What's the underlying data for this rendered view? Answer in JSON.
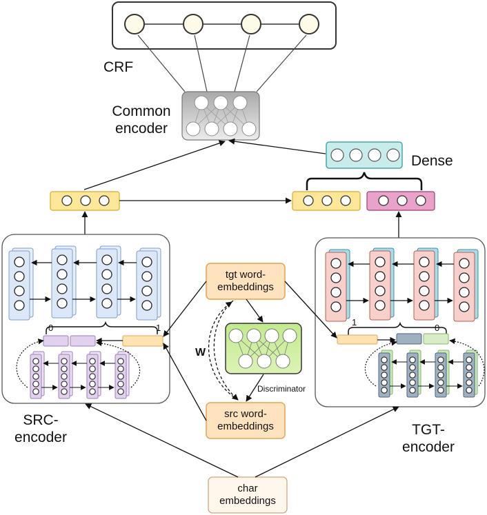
{
  "labels": {
    "crf": "CRF",
    "common_encoder": [
      "Common",
      "encoder"
    ],
    "dense": "Dense",
    "src_encoder": [
      "SRC-",
      "encoder"
    ],
    "tgt_encoder": [
      "TGT-",
      "encoder"
    ],
    "tgt_word_embeddings": [
      "tgt word-",
      "embeddings"
    ],
    "src_word_embeddings": [
      "src word-",
      "embeddings"
    ],
    "char_embeddings": [
      "char",
      "embeddings"
    ],
    "discriminator": "Discriminator",
    "w": "W",
    "src_gate_left": "0",
    "src_gate_right": "1",
    "tgt_gate_left": "1",
    "tgt_gate_right": "0"
  },
  "colors": {
    "yellow_fill": "#ffe79a",
    "yellow_stroke": "#d6a92b",
    "pink_fill": "#e9a2c9",
    "pink_stroke": "#9b3e75",
    "teal_fill": "#c8ecec",
    "teal_stroke": "#4aa3a3",
    "blue_fill": "#dce8f7",
    "blue_stroke": "#7d9ccc",
    "purple_fill": "#e2d1ee",
    "purple_stroke": "#9a7fb5",
    "red_fill": "#f7cfcb",
    "red_stroke": "#b85a53",
    "steel_fill": "#9fb0c3",
    "steel_stroke": "#4f6478",
    "green_fill": "#c9ec98",
    "green_stroke": "#6a9a2e",
    "orange_fill": "#ffe3bf",
    "orange_stroke": "#e1a553",
    "char_fill": "#fff6ec",
    "char_stroke": "#cfa77c"
  }
}
